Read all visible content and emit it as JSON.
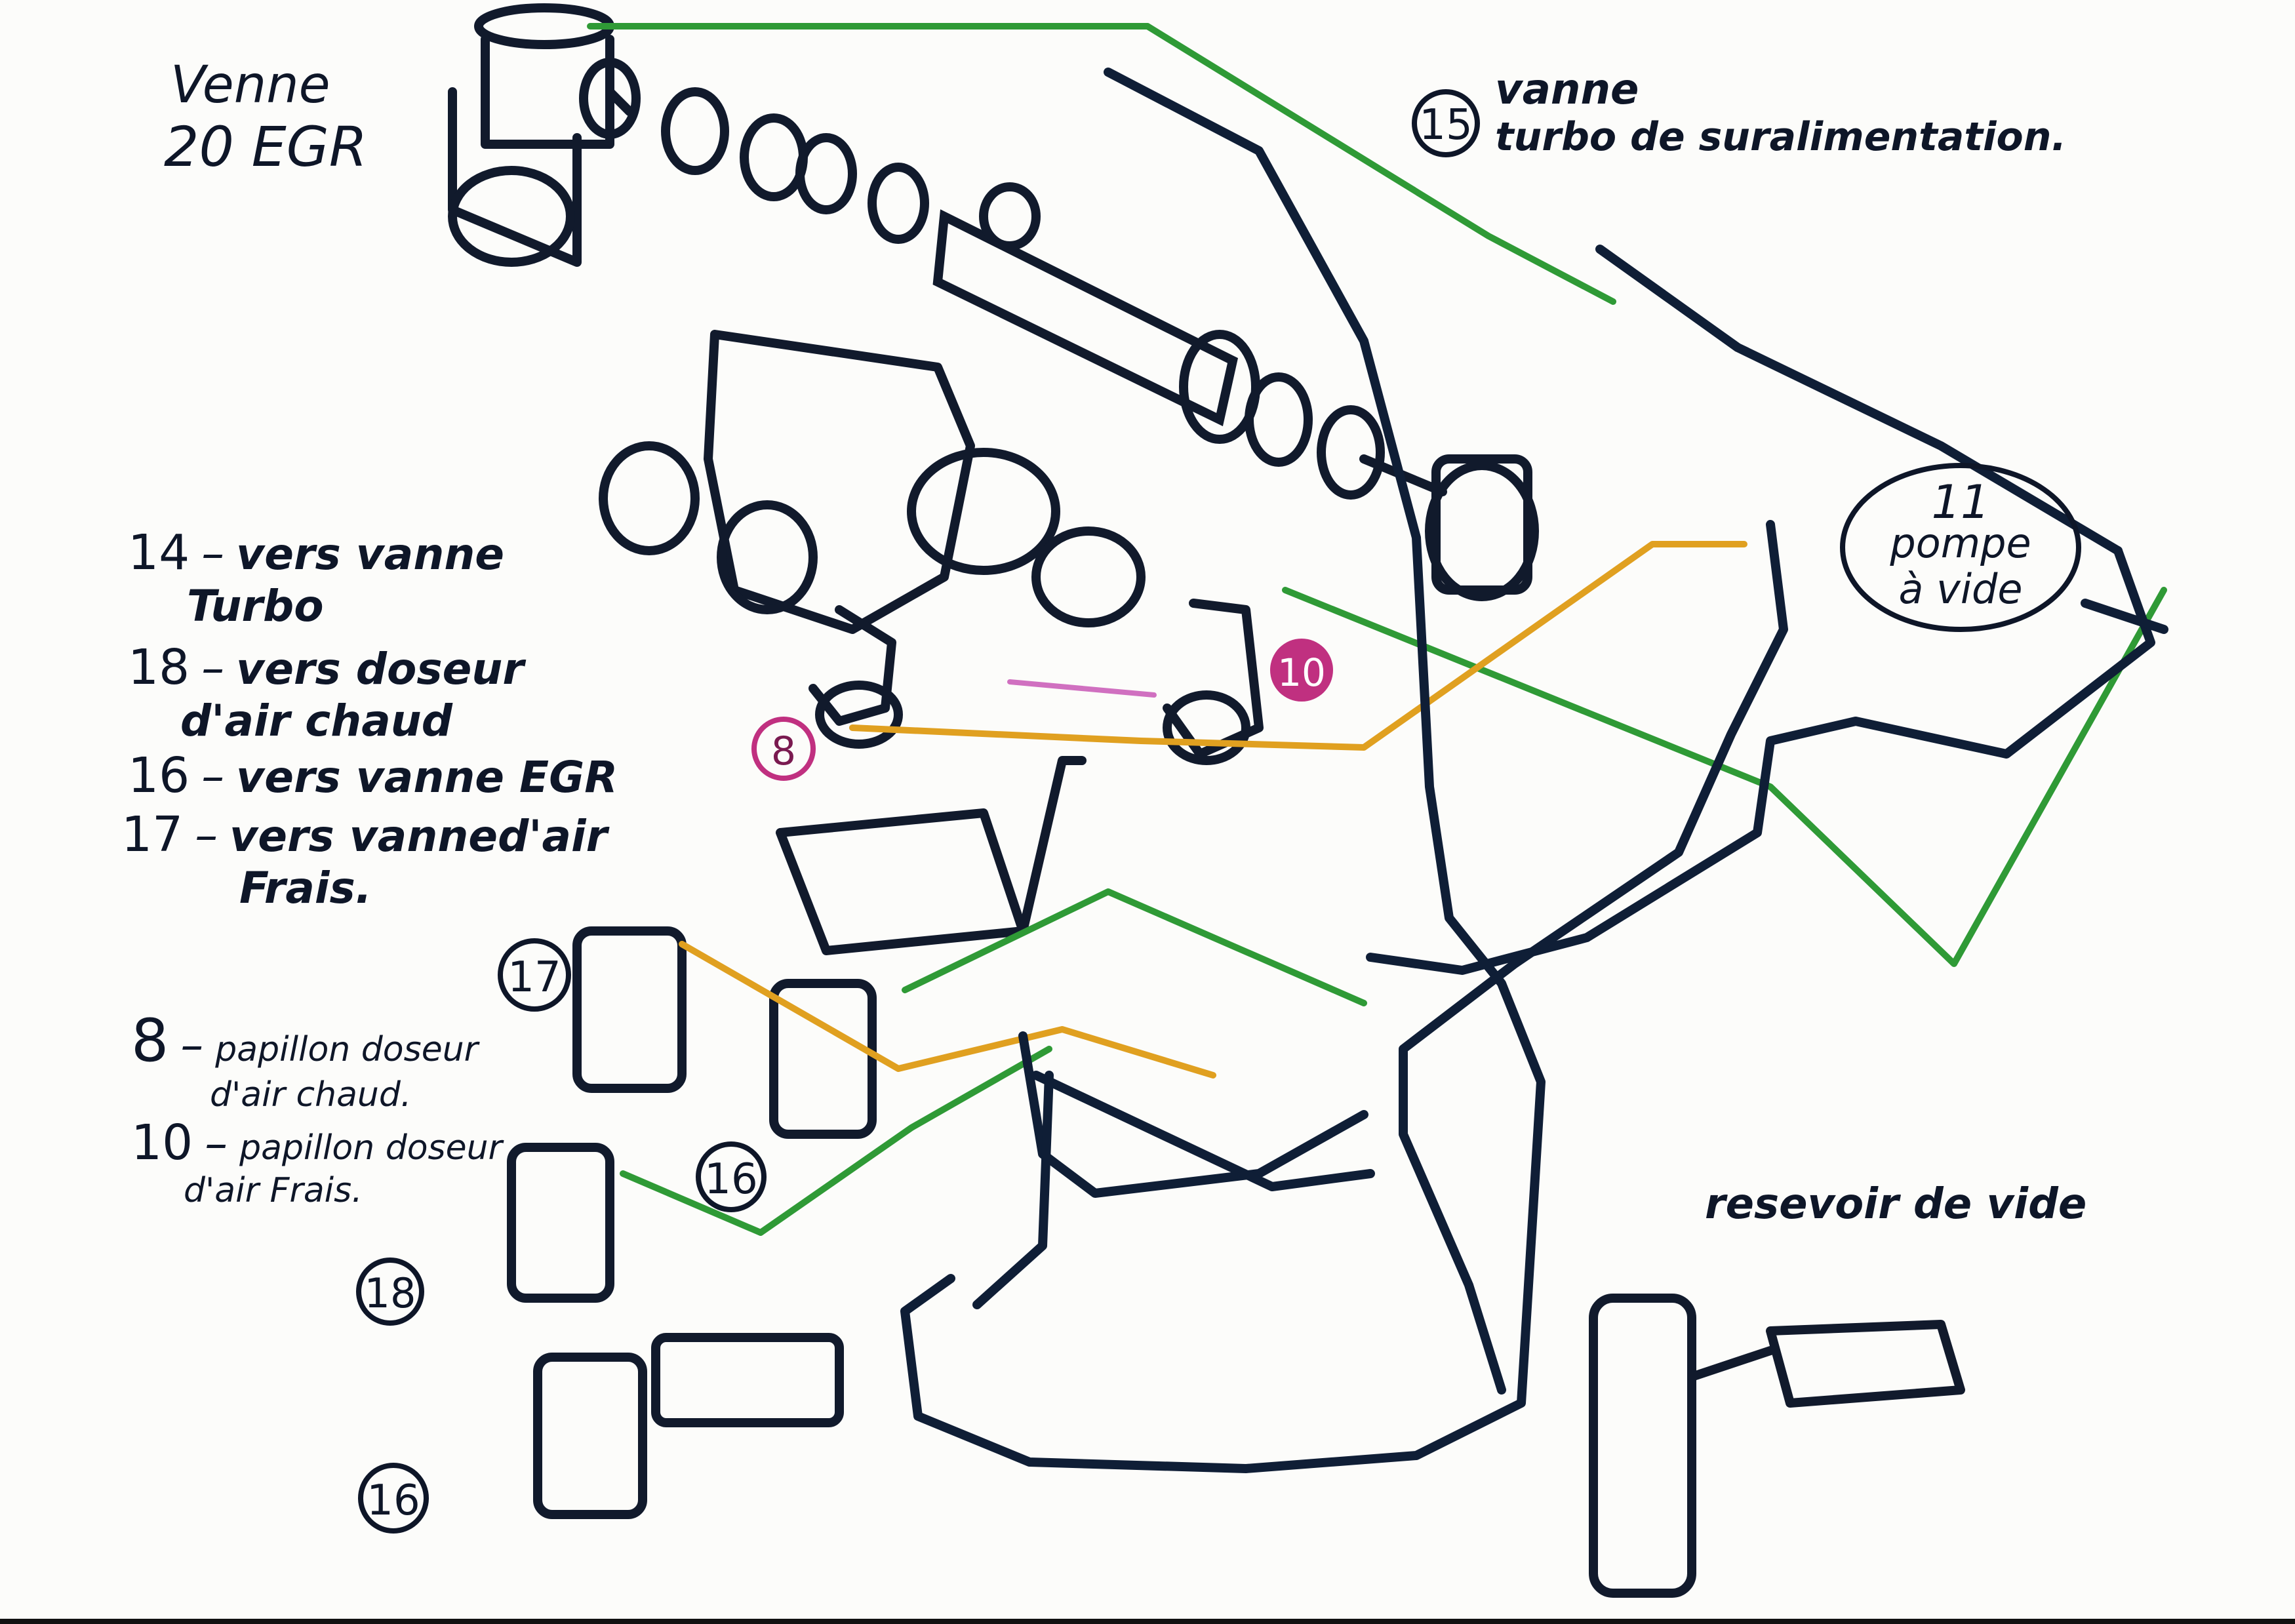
{
  "title": {
    "line1": "Venne",
    "line2": "20 EGR"
  },
  "legend": [
    {
      "num": "14",
      "line1": "vers vanne",
      "line2": "Turbo"
    },
    {
      "num": "18",
      "line1": "vers doseur",
      "line2": "d'air chaud"
    },
    {
      "num": "16",
      "line1": "vers vanne EGR",
      "line2": ""
    },
    {
      "num": "17",
      "line1": "vers vanned'air",
      "line2": "Frais."
    },
    {
      "num": "8",
      "line1": "papillon doseur",
      "line2": "d'air chaud."
    },
    {
      "num": "10",
      "line1": "papillon doseur",
      "line2": "d'air Frais."
    }
  ],
  "callouts": {
    "c15": {
      "num": "15",
      "line1": "vanne",
      "line2": "turbo de suralimentation."
    },
    "c11": {
      "num": "11",
      "line1": "pompe",
      "line2": "à vide"
    },
    "c8": {
      "num": "8"
    },
    "c10": {
      "num": "10"
    },
    "c17": {
      "num": "17"
    },
    "c16a": {
      "num": "16"
    },
    "c18": {
      "num": "18"
    },
    "c16b": {
      "num": "16"
    }
  },
  "reservoir_label": "resevoir de vide",
  "colors": {
    "hose_dark": "#0f1e36",
    "hose_green": "#2f9a36",
    "hose_orange": "#e0a020",
    "hose_pink": "#d070c0",
    "ink": "#0e1628",
    "callout_pink": "#c03080"
  }
}
